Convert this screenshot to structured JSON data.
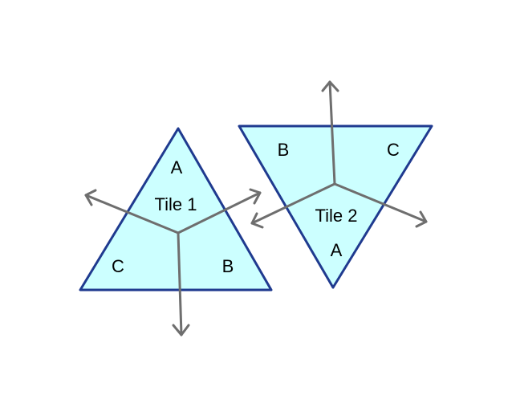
{
  "colors": {
    "tile_fill": "#ccffff",
    "tile_stroke": "#1f3a8f",
    "arrow": "#6e6e6e"
  },
  "tile1": {
    "title": "Tile 1",
    "labels": {
      "top": "A",
      "right": "B",
      "left": "C"
    }
  },
  "tile2": {
    "title": "Tile 2",
    "labels": {
      "bottom": "A",
      "left": "B",
      "right": "C"
    }
  }
}
